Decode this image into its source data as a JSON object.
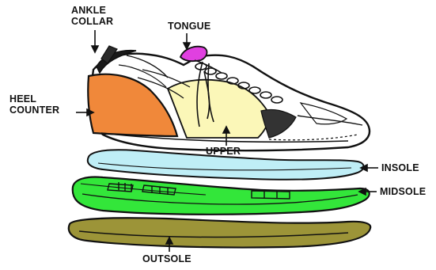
{
  "labels": {
    "ankle_collar": [
      "ANKLE",
      "COLLAR"
    ],
    "tongue": "TONGUE",
    "heel_counter": [
      "HEEL",
      "COUNTER"
    ],
    "upper": "UPPER",
    "insole": "INSOLE",
    "midsole": "MIDSOLE",
    "outsole": "OUTSOLE"
  },
  "colors": {
    "heel_counter": "#f0883a",
    "tongue": "#e040e0",
    "upper_panel": "#fbf7b8",
    "insole": "#bfeef6",
    "midsole": "#33e63a",
    "outsole": "#9c9438",
    "outline": "#111111"
  }
}
